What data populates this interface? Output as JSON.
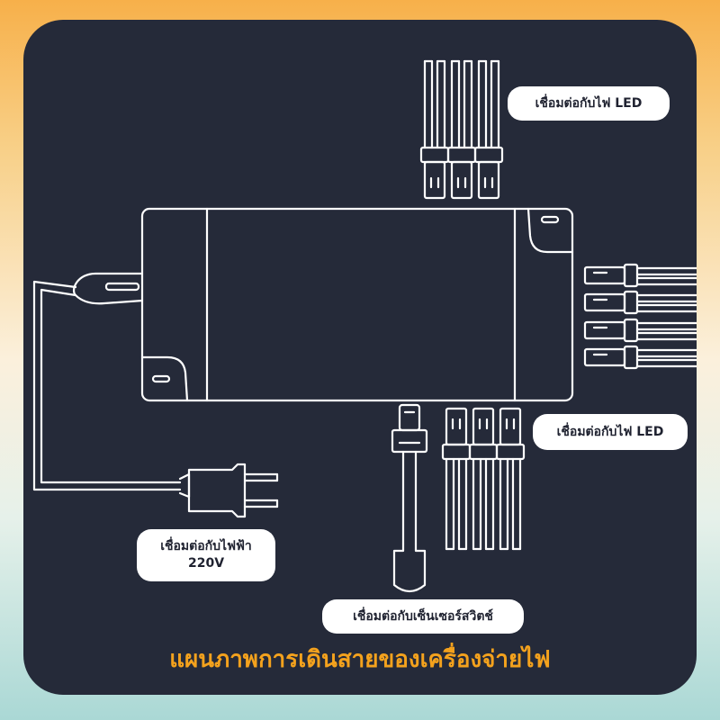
{
  "diagram": {
    "title": "แผนภาพการเดินสายของเครื่องจ่ายไฟ",
    "labels": {
      "led_top": "เชื่อมต่อกับไฟ LED",
      "led_right": "เชื่อมต่อกับไฟ LED",
      "power_line1": "เชื่อมต่อกับไฟฟ้า",
      "power_line2": "220V",
      "sensor": "เชื่อมต่อกับเซ็นเซอร์สวิตช์"
    },
    "colors": {
      "panel": "#252a39",
      "stroke": "#ffffff",
      "title": "#f4a21d",
      "label_bg": "#ffffff",
      "label_text": "#1f2230"
    }
  }
}
